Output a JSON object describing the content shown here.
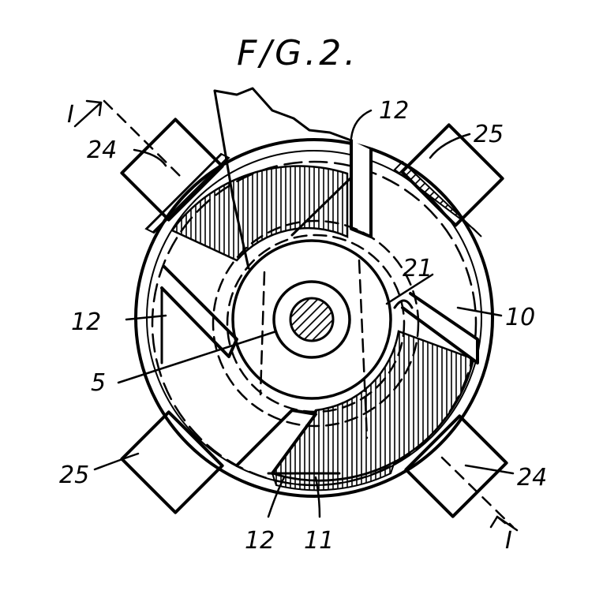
{
  "figure": {
    "title": "F/G.2.",
    "labels": {
      "section_top": "I",
      "section_bottom": "I",
      "ref_24_top": "24",
      "ref_24_bottom": "24",
      "ref_25_top": "25",
      "ref_25_bottom": "25",
      "ref_12_top": "12",
      "ref_12_left": "12",
      "ref_12_bottom": "12",
      "ref_21": "21",
      "ref_10": "10",
      "ref_5": "5",
      "ref_11": "11"
    }
  },
  "colors": {
    "ink": "#000000",
    "paper": "#ffffff"
  }
}
